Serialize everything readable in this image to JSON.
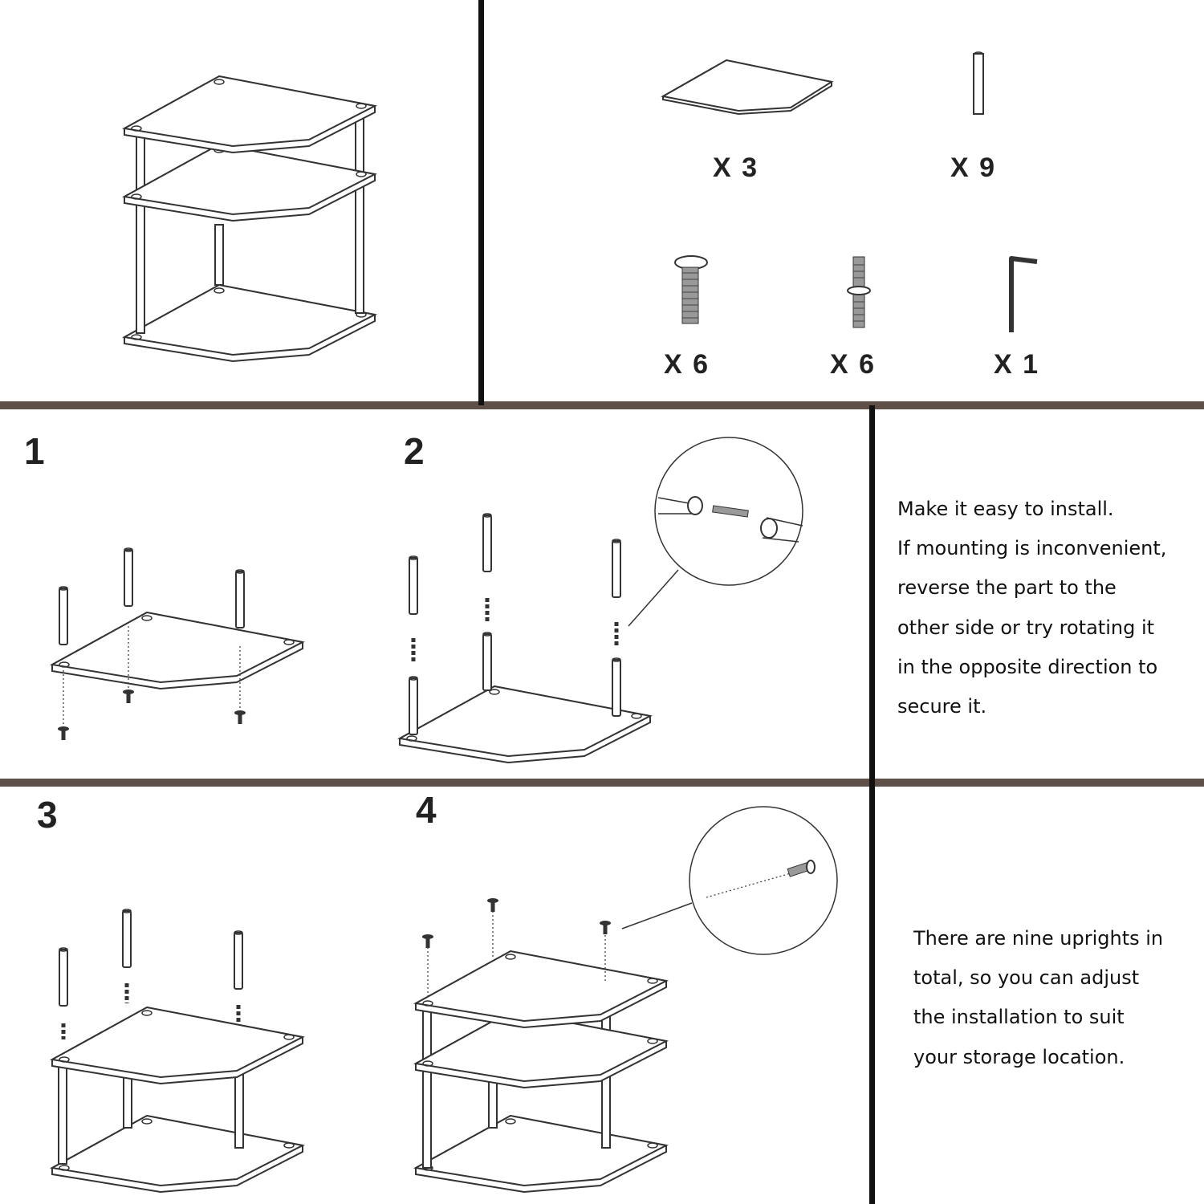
{
  "parts": {
    "panel_qty": "X 3",
    "upright_qty": "X 9",
    "screw_qty": "X 6",
    "stud_qty": "X 6",
    "allen_key_qty": "X 1"
  },
  "steps": [
    {
      "number": "1"
    },
    {
      "number": "2"
    },
    {
      "number": "3"
    },
    {
      "number": "4"
    }
  ],
  "notes": {
    "install_tip": [
      "Make it easy to install.",
      "If mounting is inconvenient,",
      "reverse the part to the",
      "other side or try rotating it",
      "in the opposite direction to",
      "secure it."
    ],
    "uprights_tip": [
      "There are nine uprights in",
      "total, so you can adjust",
      "the installation to suit",
      "your storage location."
    ]
  },
  "colors": {
    "divider_brown": "#5e5048",
    "divider_black": "#111111",
    "line_art": "#333333"
  }
}
